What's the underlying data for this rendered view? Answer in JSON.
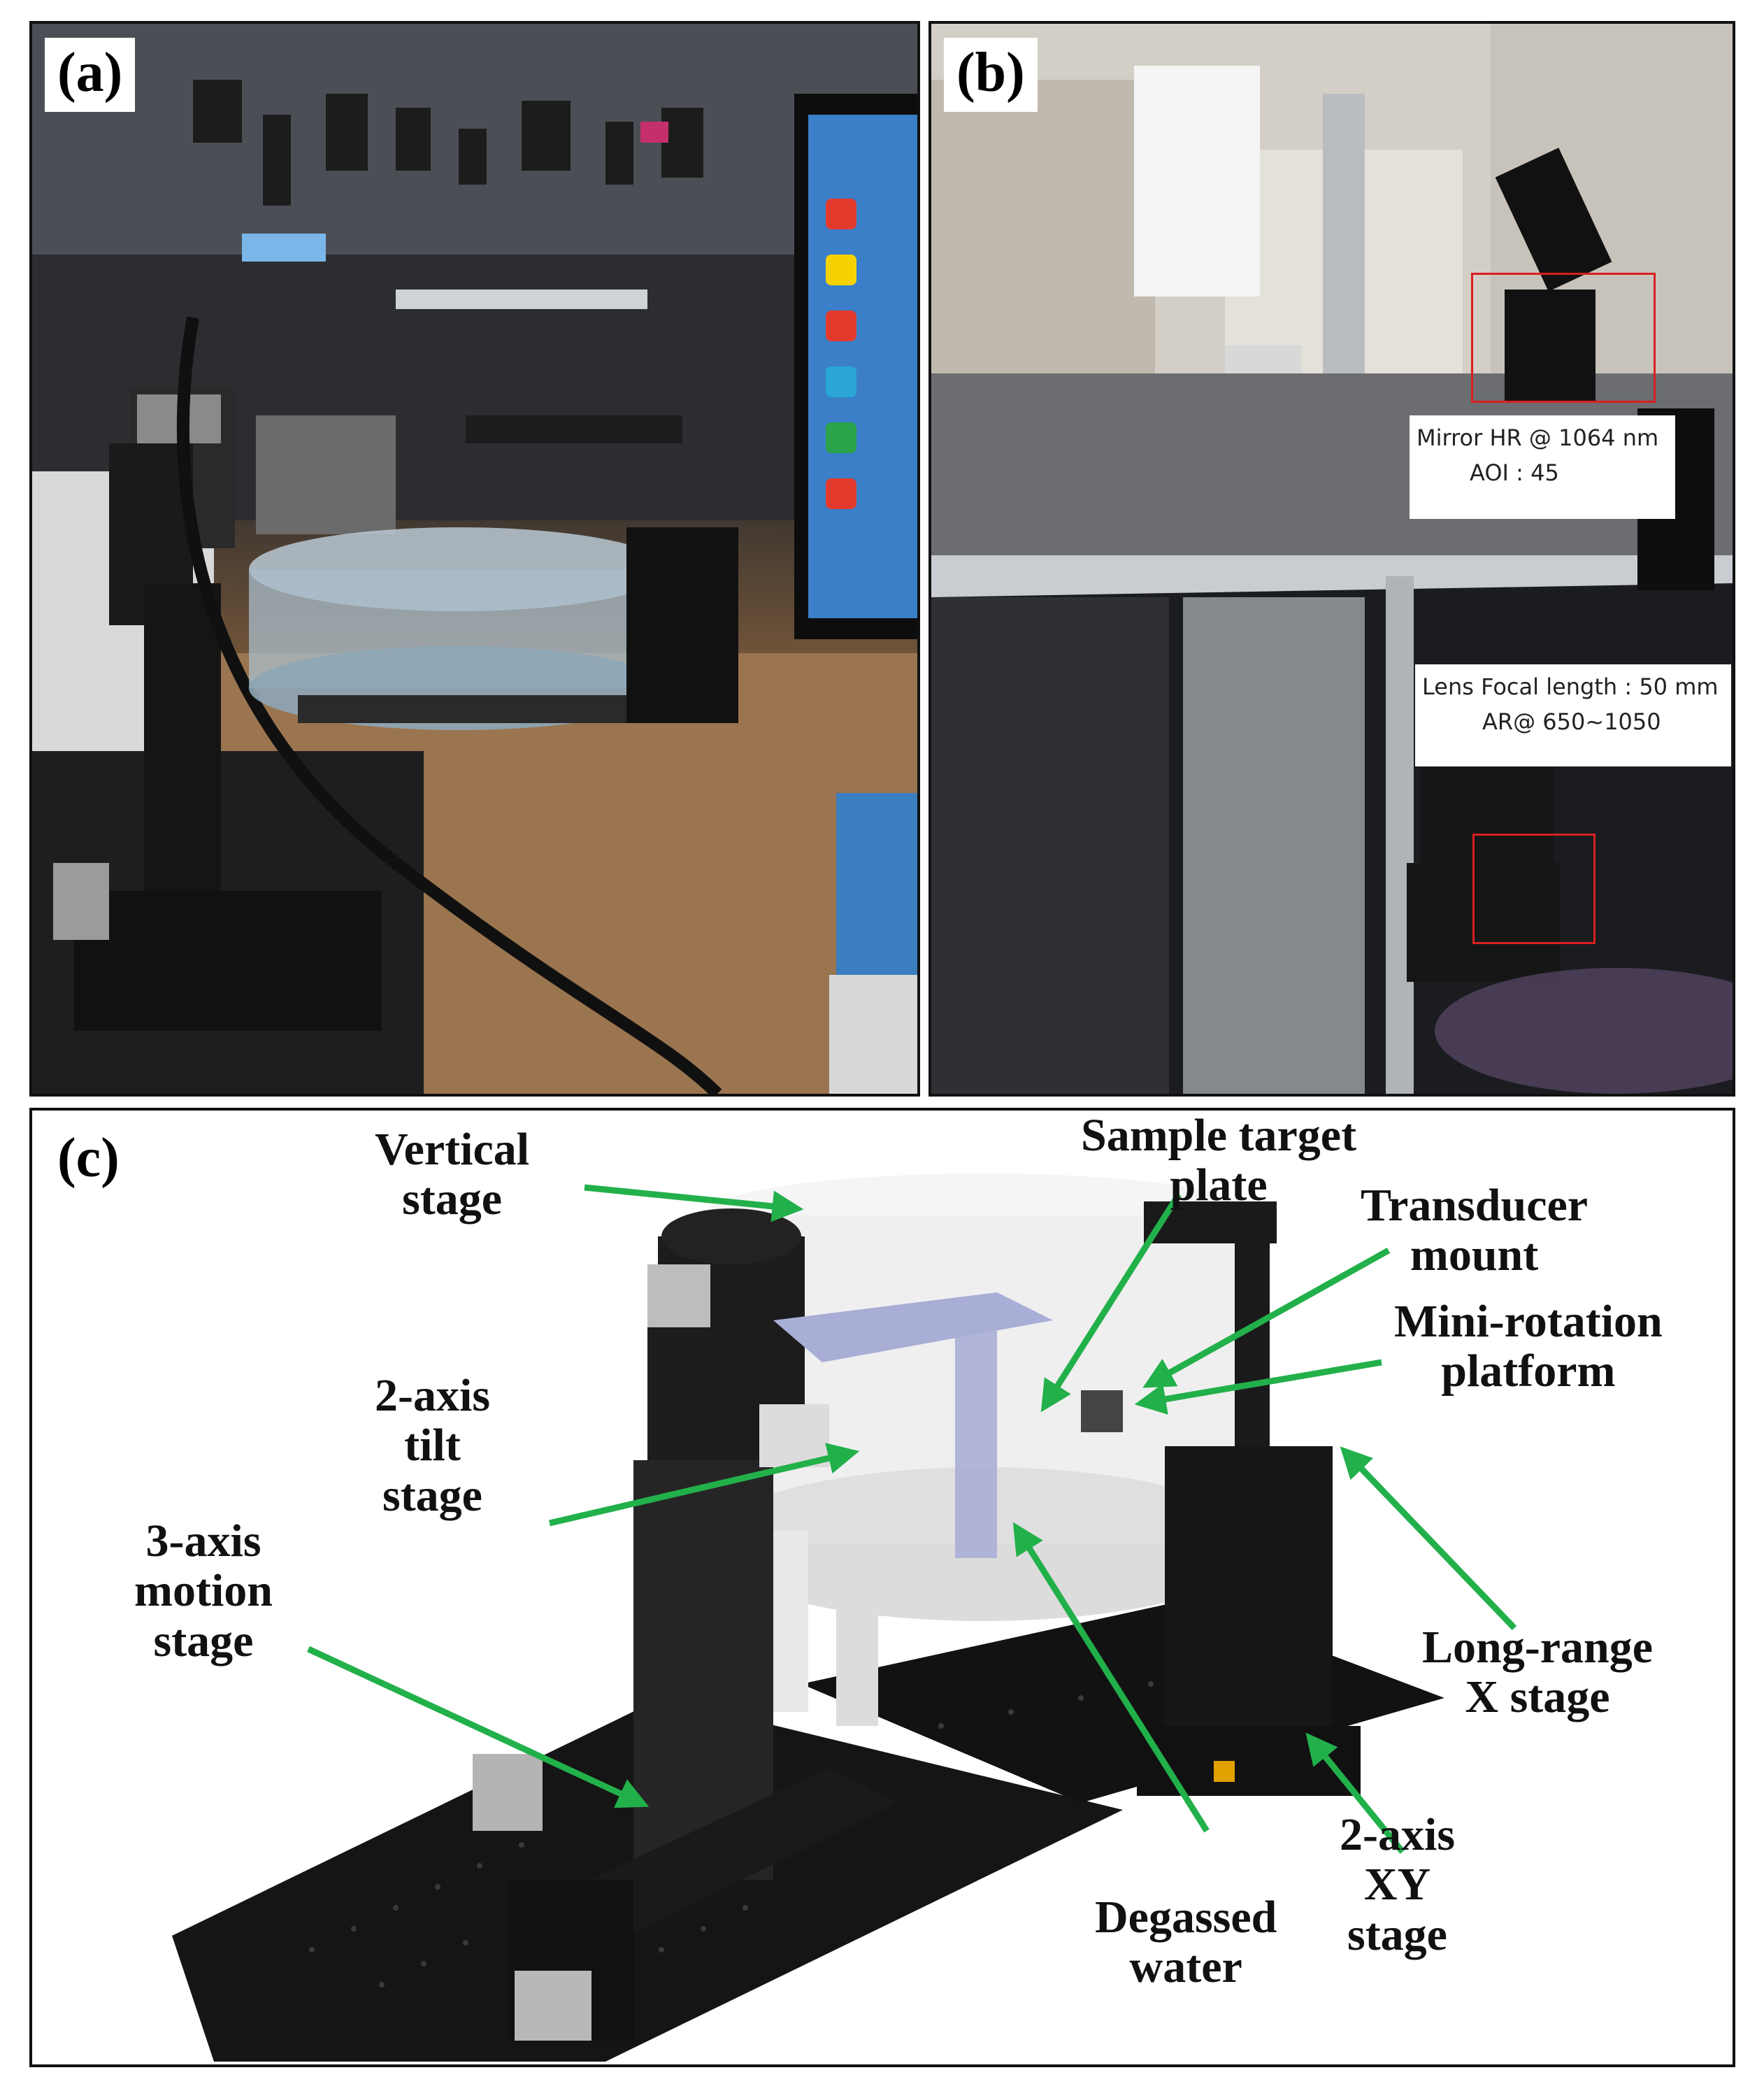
{
  "figure": {
    "panels": [
      {
        "id": "a",
        "label": "(a)"
      },
      {
        "id": "b",
        "label": "(b)"
      },
      {
        "id": "c",
        "label": "(c)"
      }
    ]
  },
  "panel_b": {
    "mirror_callout": {
      "line1": "Mirror HR @ 1064 nm",
      "line2": "AOI : 45"
    },
    "lens_callout": {
      "line1": "Lens Focal length : 50 mm",
      "line2": "AR@ 650~1050"
    },
    "highlight_color": "#d82020"
  },
  "panel_c": {
    "arrow_color": "#22b04a",
    "labels": {
      "vertical_stage": [
        "Vertical",
        "stage"
      ],
      "sample_target_plate": [
        "Sample target",
        "plate"
      ],
      "transducer_mount": [
        "Transducer",
        "mount"
      ],
      "mini_rotation_platform": [
        "Mini-rotation",
        "platform"
      ],
      "tilt_stage_2axis": [
        "2-axis",
        "tilt",
        "stage"
      ],
      "motion_stage_3axis": [
        "3-axis",
        "motion",
        "stage"
      ],
      "long_range_x_stage": [
        "Long-range",
        "X stage"
      ],
      "xy_stage_2axis": [
        "2-axis",
        "XY",
        "stage"
      ],
      "degassed_water": [
        "Degassed",
        "water"
      ]
    }
  }
}
